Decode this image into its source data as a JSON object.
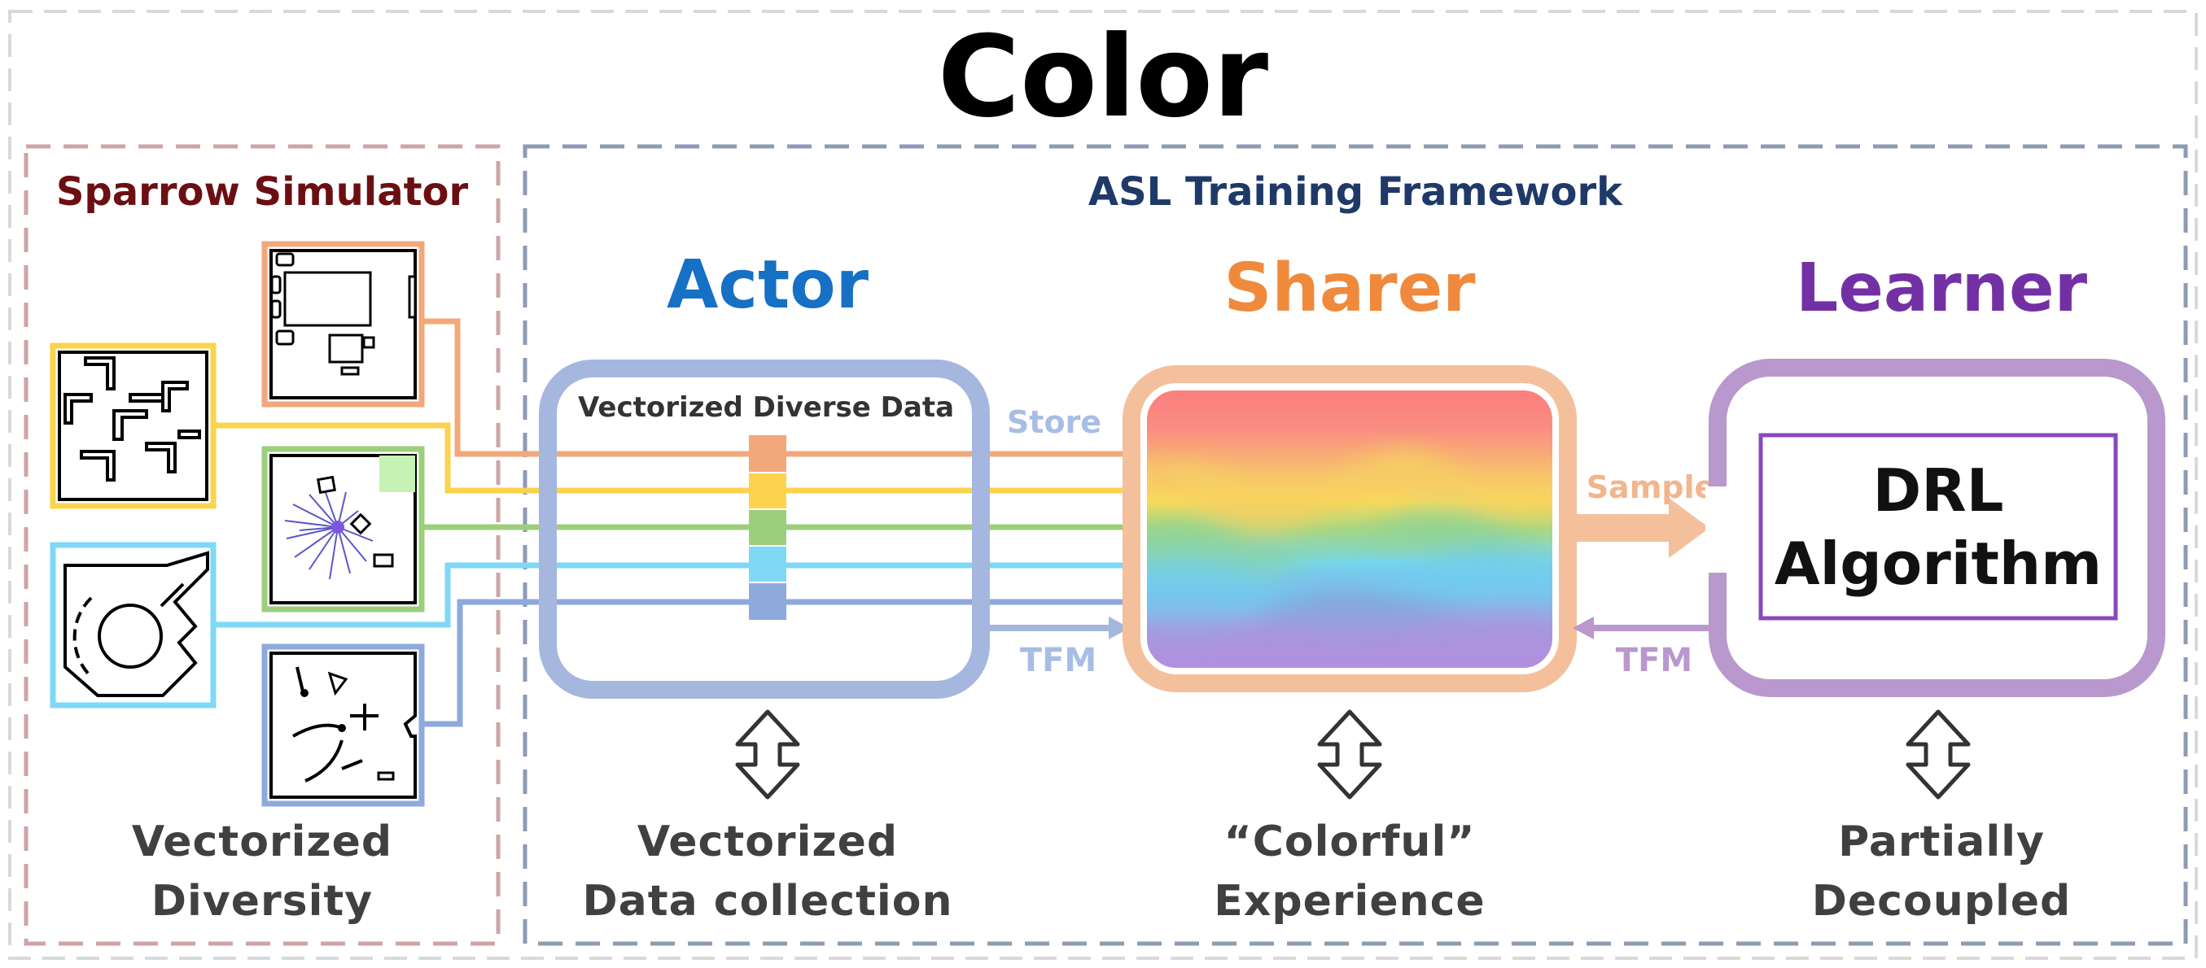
{
  "title": "Color",
  "sections": {
    "simulator": "Sparrow Simulator",
    "framework": "ASL Training Framework"
  },
  "components": {
    "actor": {
      "title": "Actor",
      "inner_label": "Vectorized Diverse Data",
      "caption_line1": "Vectorized",
      "caption_line2": "Data collection"
    },
    "sharer": {
      "title": "Sharer",
      "caption_line1": "“Colorful”",
      "caption_line2": "Experience"
    },
    "learner": {
      "title": "Learner",
      "algo_line1": "DRL",
      "algo_line2": "Algorithm",
      "caption_line1": "Partially",
      "caption_line2": "Decoupled"
    }
  },
  "simulator_caption": {
    "line1": "Vectorized",
    "line2": "Diversity"
  },
  "arrows": {
    "store": "Store",
    "tfm_actor": "TFM",
    "sample": "Sample",
    "tfm_learner": "TFM"
  },
  "colors": {
    "title": "#000000",
    "simulator_title": "#6b0f12",
    "framework_title": "#1f3a68",
    "actor": "#1670c4",
    "sharer": "#ef8a3c",
    "learner": "#7330a5",
    "actor_box": "#a5b7df",
    "sharer_box": "#f4c09c",
    "learner_box": "#b898cd",
    "store_text": "#a8bde6",
    "sample_text": "#f2b58d",
    "tfm_learner_text": "#b898cd",
    "stream_orange": "#f2a87a",
    "stream_yellow": "#fbd34c",
    "stream_green": "#9ccf7c",
    "stream_cyan": "#7fd8f6",
    "stream_blue": "#8ea9dc",
    "caption": "#404040"
  }
}
